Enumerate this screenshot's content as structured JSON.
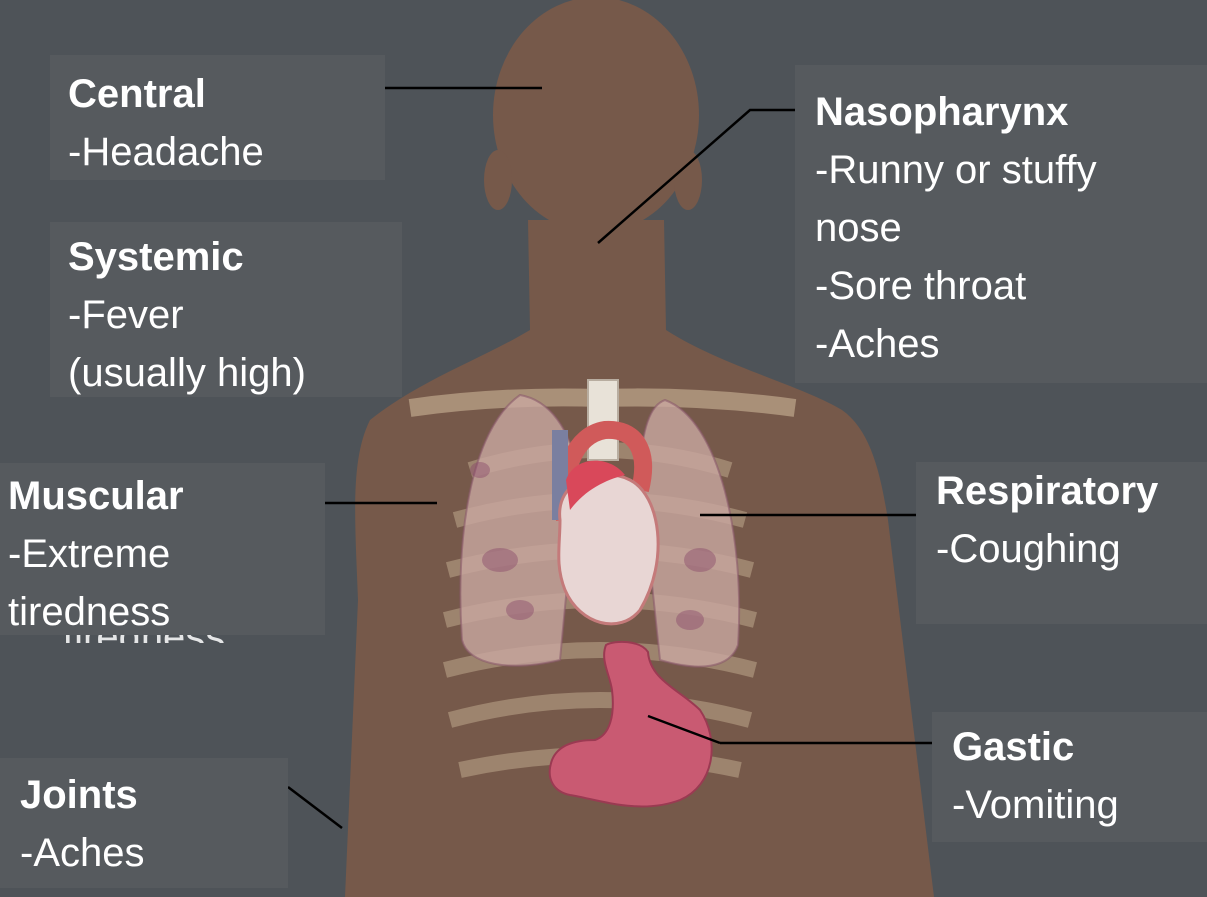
{
  "colors": {
    "background": "#4e5358",
    "box": "#565a5e",
    "body": "#76594a",
    "leader_line": "#000000",
    "text": "#ffffff"
  },
  "labels": {
    "central": {
      "title": "Central",
      "lines": [
        "-Headache"
      ]
    },
    "systemic": {
      "title": "Systemic",
      "lines": [
        "-Fever",
        "(usually high)"
      ]
    },
    "nasopharynx": {
      "title": "Nasopharynx",
      "lines": [
        "-Runny or stuffy",
        "nose",
        "-Sore throat",
        "-Aches"
      ]
    },
    "muscular": {
      "title": "Muscular",
      "lines": [
        "-Extreme",
        "tiredness"
      ],
      "ghost": "tiredness"
    },
    "respiratory": {
      "title": "Respiratory",
      "lines": [
        "-Coughing"
      ]
    },
    "gastric": {
      "title": "Gastic",
      "lines": [
        "-Vomiting"
      ]
    },
    "joints": {
      "title": "Joints",
      "lines": [
        "-Aches"
      ]
    }
  }
}
